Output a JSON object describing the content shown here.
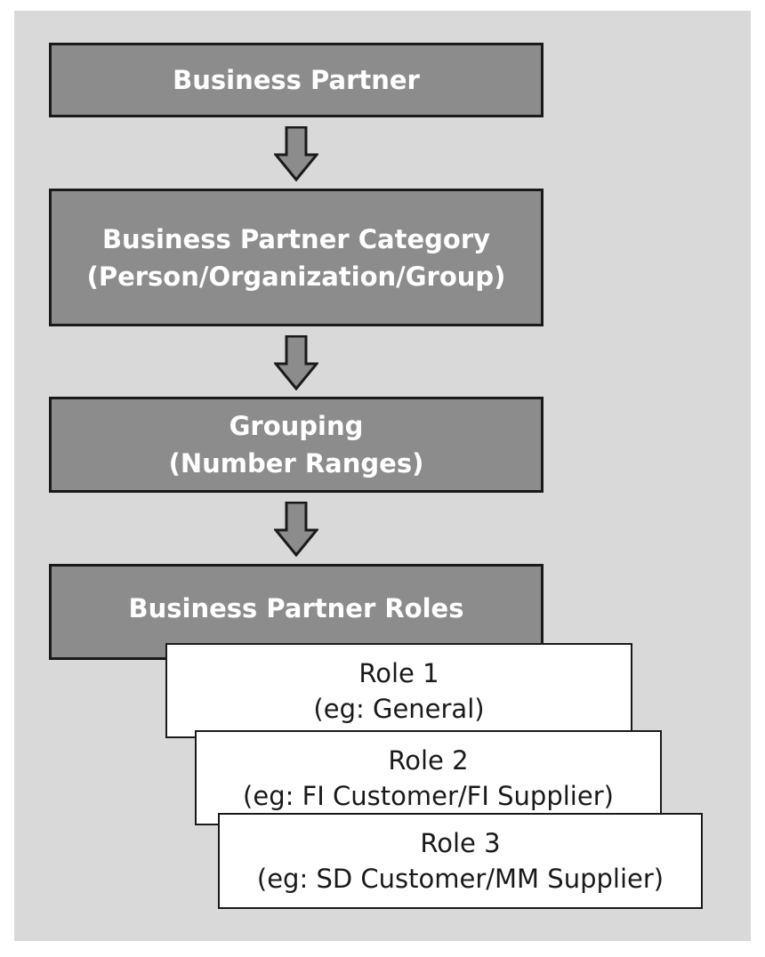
{
  "diagram": {
    "box1": {
      "line1": "Business Partner"
    },
    "box2": {
      "line1": "Business Partner Category",
      "line2": "(Person/Organization/Group)"
    },
    "box3": {
      "line1": "Grouping",
      "line2": "(Number Ranges)"
    },
    "box4": {
      "line1": "Business Partner Roles"
    },
    "roles": [
      {
        "line1": "Role 1",
        "line2": "(eg: General)"
      },
      {
        "line1": "Role 2",
        "line2": "(eg: FI Customer/FI Supplier)"
      },
      {
        "line1": "Role 3",
        "line2": "(eg: SD Customer/MM Supplier)"
      }
    ]
  },
  "colors": {
    "panel": "#d9d9d9",
    "dark_box": "#8c8c8c",
    "light_box": "#ffffff",
    "border": "#1a1a1a"
  }
}
